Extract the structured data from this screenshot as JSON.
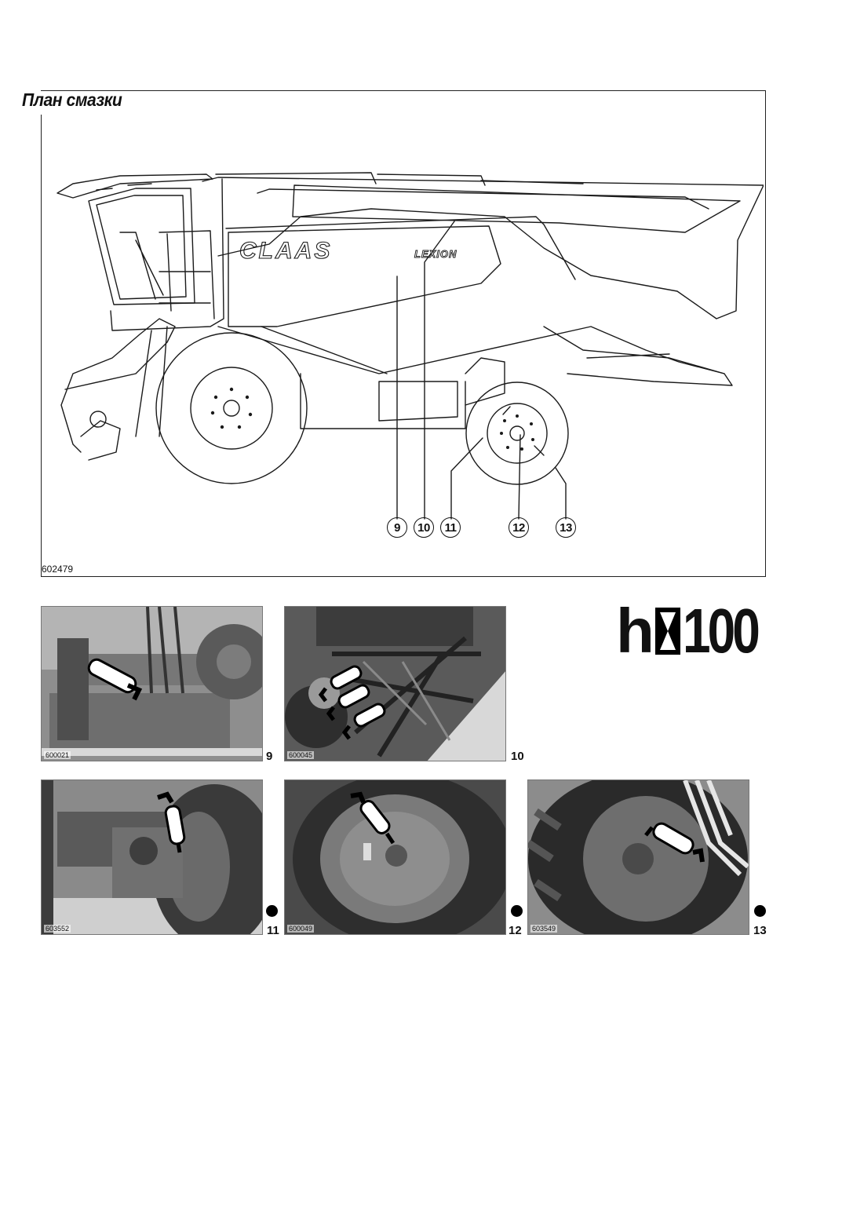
{
  "page": {
    "title": "План смазки",
    "figure_code": "602479"
  },
  "callouts": [
    "9",
    "10",
    "11",
    "12",
    "13"
  ],
  "drawing_labels": {
    "brand": "CLAAS",
    "model": "LEXION"
  },
  "interval": {
    "prefix": "h",
    "hours": "100"
  },
  "photos": [
    {
      "code": "600021",
      "number": "9",
      "dot": false
    },
    {
      "code": "600045",
      "number": "10",
      "dot": false
    },
    {
      "code": "603552",
      "number": "11",
      "dot": true
    },
    {
      "code": "600049",
      "number": "12",
      "dot": true
    },
    {
      "code": "603549",
      "number": "13",
      "dot": true
    }
  ],
  "colors": {
    "line": "#1a1a1a",
    "photo_gray": "#8a8a8a"
  },
  "icons": [
    "grease-gun-icon",
    "hourglass-icon",
    "interval-dot-icon"
  ]
}
